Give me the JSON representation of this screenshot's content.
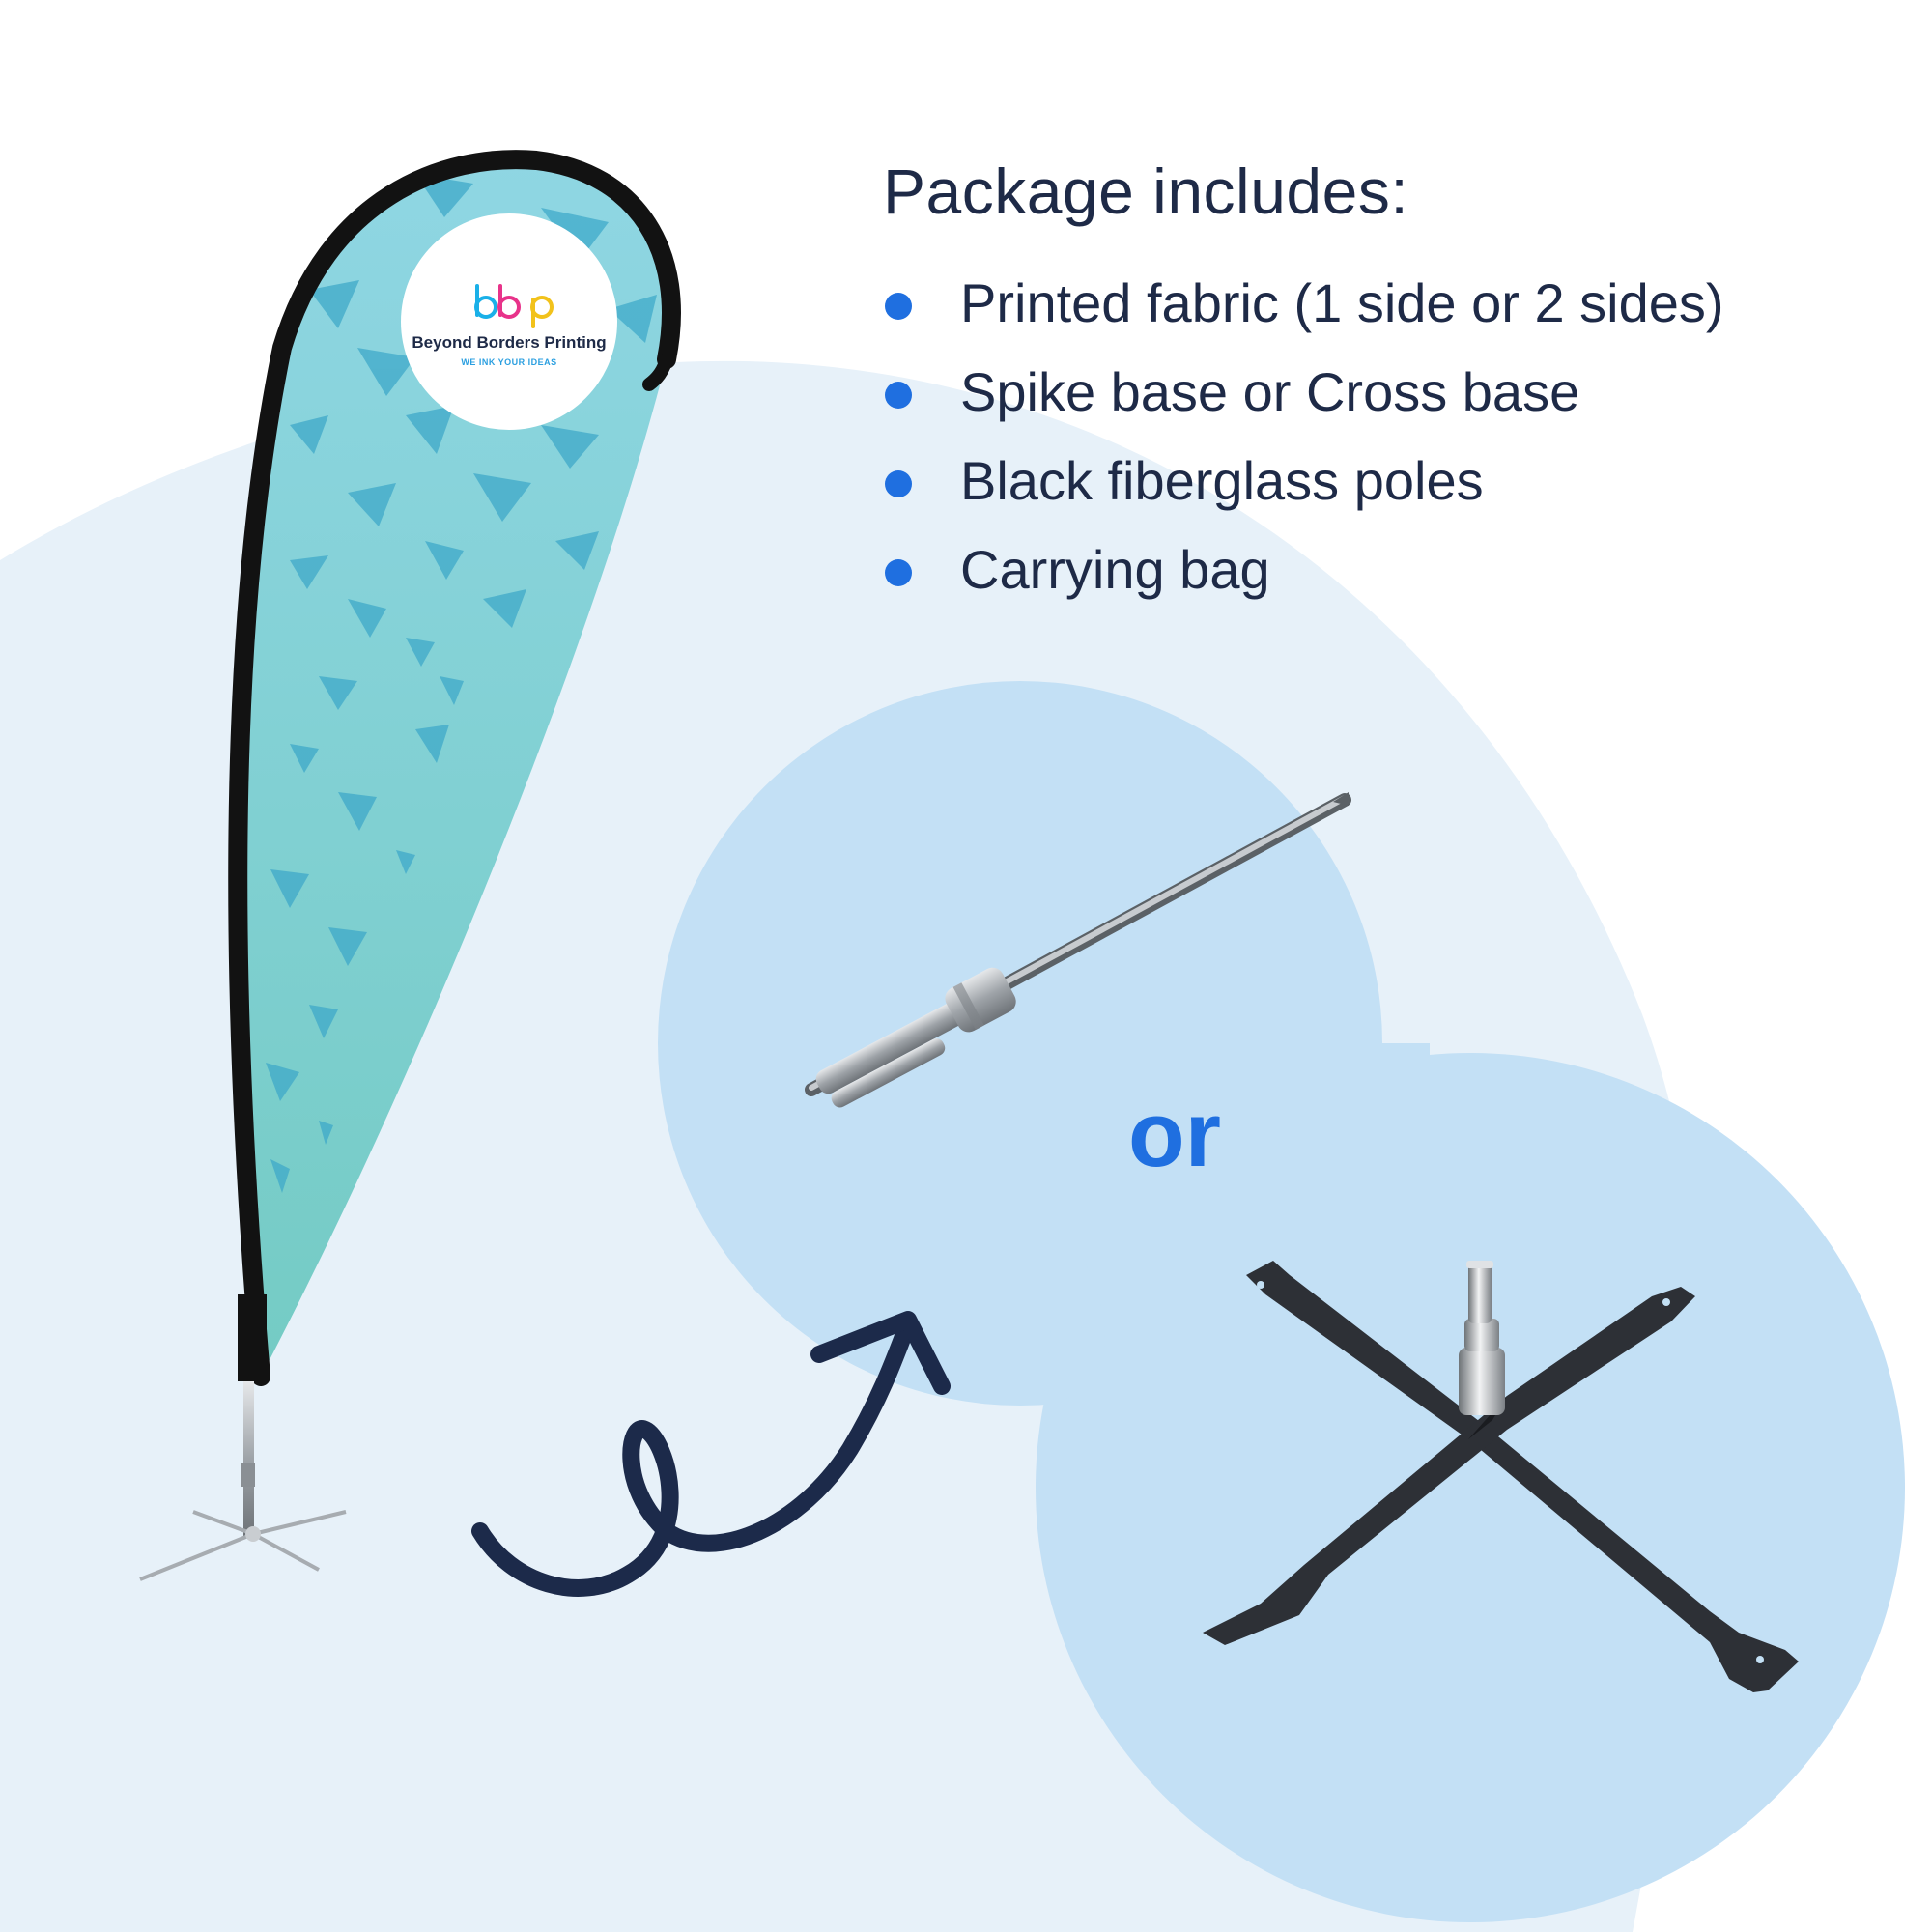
{
  "package": {
    "heading": "Package includes:",
    "items": [
      "Printed fabric (1 side or 2 sides)",
      "Spike base or Cross base",
      "Black fiberglass poles",
      "Carrying bag"
    ]
  },
  "separator_text": "or",
  "brand": {
    "name": "Beyond Borders Printing",
    "tagline": "WE INK YOUR IDEAS"
  },
  "icons": {
    "flag": "teardrop-flag-icon",
    "arrow": "curly-arrow-icon",
    "spike_base": "spike-base-icon",
    "cross_base": "cross-base-icon",
    "logo": "bbp-logo-icon"
  },
  "colors": {
    "accent_blue": "#1f6fe0",
    "text_navy": "#1e2a47",
    "blob_light": "#e7f1f9",
    "blob_mid": "#c3e0f5",
    "flag_teal": "#86d2d8",
    "flag_pattern": "#3fa9c9"
  }
}
